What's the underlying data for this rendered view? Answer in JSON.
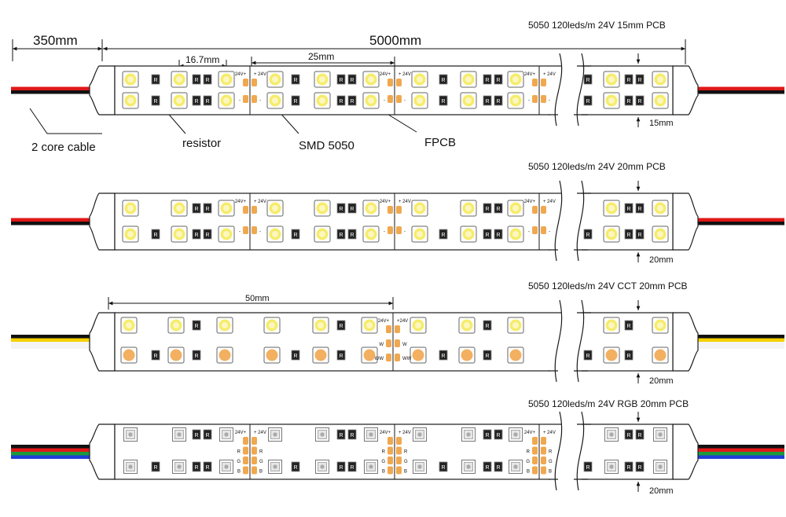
{
  "colors": {
    "outline": "#1a1a1a",
    "led_white": "#f6ec6c",
    "led_warm": "#f2b060",
    "pad": "#f0a850",
    "cable_red": "#e01818",
    "cable_black": "#111111",
    "cable_white": "#f4f4f4",
    "cable_yellow": "#f5d100",
    "cable_green": "#1c9a3a",
    "cable_blue": "#1e3fd8",
    "rgb_led": "#e6e6e6"
  },
  "annotations": {
    "cable_length": "350mm",
    "strip_length": "5000mm",
    "led_pitch": "16.7mm",
    "cut_pitch": "25mm",
    "cct_cut_pitch": "50mm",
    "callouts": {
      "cable": "2 core cable",
      "resistor": "resistor",
      "smd": "SMD 5050",
      "fpcb": "FPCB"
    }
  },
  "strips": [
    {
      "title": "5050 120leds/m  24V 15mm PCB",
      "width_label": "15mm",
      "variant": "single",
      "cable": [
        "cable_red",
        "cable_black"
      ],
      "pad_labels": [
        "24V+",
        "+ 24V",
        "-",
        "-"
      ]
    },
    {
      "title": "5050 120leds/m  24V 20mm PCB",
      "width_label": "20mm",
      "variant": "single",
      "cable": [
        "cable_red",
        "cable_black"
      ],
      "pad_labels": [
        "24V+",
        "+ 24V",
        "-",
        "-"
      ]
    },
    {
      "title": "5050 120leds/m  24V CCT 20mm PCB",
      "width_label": "20mm",
      "variant": "cct",
      "cable": [
        "cable_black",
        "cable_yellow",
        "cable_white",
        "cable_white"
      ],
      "pad_labels": [
        "24V+",
        "+24V",
        "W",
        "W",
        "WW",
        "WW"
      ]
    },
    {
      "title": "5050 120leds/m  24V RGB 20mm PCB",
      "width_label": "20mm",
      "variant": "rgb",
      "cable": [
        "cable_black",
        "cable_red",
        "cable_green",
        "cable_blue"
      ],
      "pad_labels": [
        "24V+",
        "+ 24V",
        "R",
        "R",
        "G",
        "G",
        "B",
        "B"
      ]
    }
  ]
}
